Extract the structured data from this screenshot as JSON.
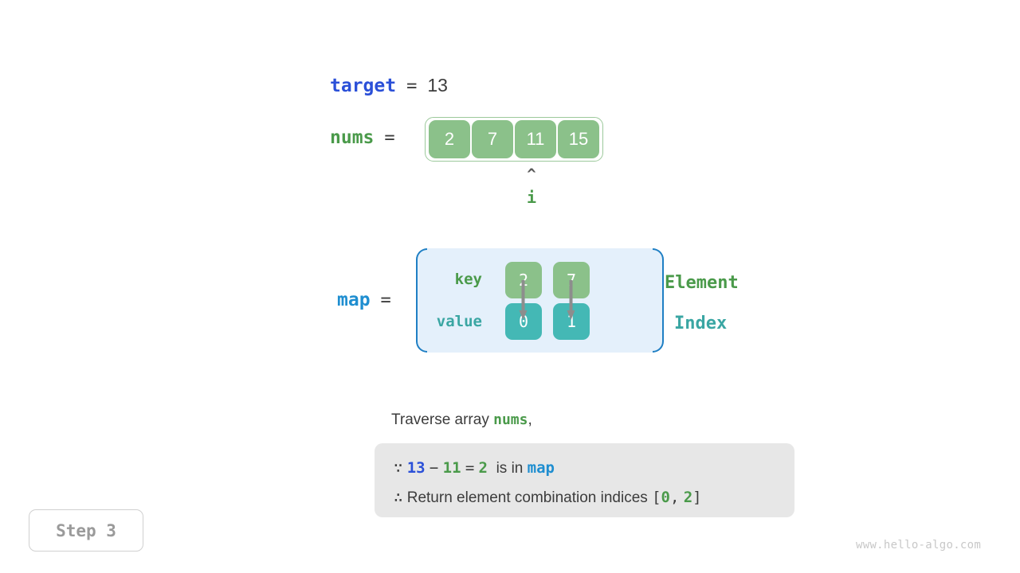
{
  "target": {
    "name": "target",
    "equals": "=",
    "value": "13"
  },
  "nums": {
    "name": "nums",
    "equals": "=",
    "cells": [
      "2",
      "7",
      "11",
      "15"
    ]
  },
  "pointer": {
    "caret": "^",
    "label": "i",
    "index": 2
  },
  "map": {
    "name": "map",
    "equals": "=",
    "row_labels": {
      "key": "key",
      "value": "value"
    },
    "keys": [
      "2",
      "7"
    ],
    "values": [
      "0",
      "1"
    ],
    "side_labels": {
      "element": "Element",
      "index": "Index"
    }
  },
  "explanation": {
    "traverse_prefix": "Traverse array ",
    "traverse_var": "nums",
    "traverse_suffix": ",",
    "line1": {
      "because_symbol": "∵",
      "target_value": "13",
      "minus": "−",
      "current_value": "11",
      "equals": "=",
      "complement": "2",
      "text": "is in",
      "map_name": "map"
    },
    "line2": {
      "therefore_symbol": "∴",
      "text": "Return element combination indices",
      "bracket_open": "[",
      "index_a": "0",
      "comma": ",",
      "index_b": "2",
      "bracket_close": "]"
    }
  },
  "step_badge": "Step 3",
  "watermark": "www.hello-algo.com",
  "colors": {
    "target_blue": "#2b50d8",
    "map_blue": "#1f8ed0",
    "green": "#4a9a4a",
    "teal": "#3aa6a3",
    "cell_green": "#8bc18a",
    "cell_teal": "#44b8b5",
    "map_bg": "#e4f0fb",
    "map_border": "#1f7fc4",
    "explain_bg": "#e7e7e7",
    "text_grey": "#3c3c3c"
  }
}
